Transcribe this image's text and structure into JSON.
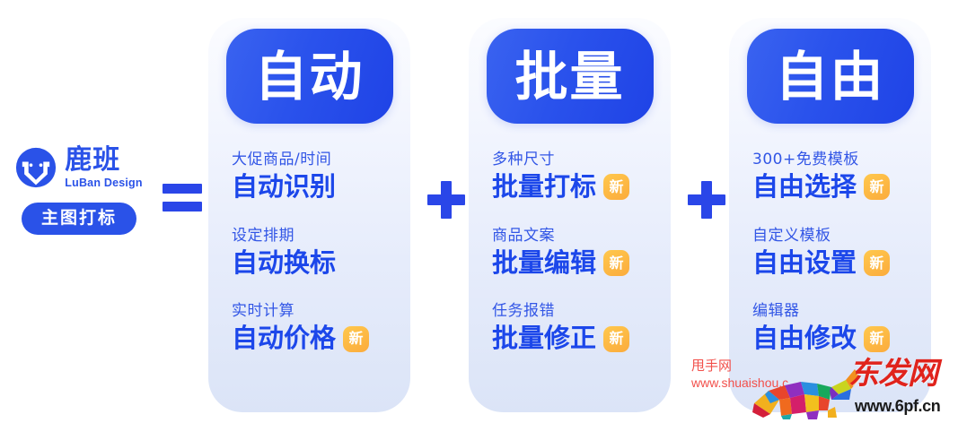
{
  "brand": {
    "logo_icon": "luban-circle-logo",
    "name_cn": "鹿班",
    "name_en": "LuBan Design",
    "pill_label": "主图打标"
  },
  "operators": {
    "equals": "=",
    "plus_1": "+",
    "plus_2": "+"
  },
  "columns": [
    {
      "badge": "自动",
      "features": [
        {
          "sub": "大促商品/时间",
          "main": "自动识别",
          "new": ""
        },
        {
          "sub": "设定排期",
          "main": "自动换标",
          "new": ""
        },
        {
          "sub": "实时计算",
          "main": "自动价格",
          "new": "新"
        }
      ]
    },
    {
      "badge": "批量",
      "features": [
        {
          "sub": "多种尺寸",
          "main": "批量打标",
          "new": "新"
        },
        {
          "sub": "商品文案",
          "main": "批量编辑",
          "new": "新"
        },
        {
          "sub": "任务报错",
          "main": "批量修正",
          "new": "新"
        }
      ]
    },
    {
      "badge": "自由",
      "features": [
        {
          "sub": "300+免费模板",
          "main": "自由选择",
          "new": "新"
        },
        {
          "sub": "自定义模板",
          "main": "自由设置",
          "new": "新"
        },
        {
          "sub": "编辑器",
          "main": "自由修改",
          "new": "新"
        }
      ]
    }
  ],
  "watermarks": {
    "left": {
      "name": "甩手网",
      "url": "www.shuaishou.c"
    },
    "right": {
      "name": "东发网",
      "url": "www.6pf.cn",
      "icon": "polygonal-bull-icon"
    }
  },
  "colors": {
    "brand_blue": "#2a52e8",
    "deep_blue": "#1c47ea",
    "badge_orange": "#fbab3c",
    "card_top": "#fbfcff",
    "card_bottom": "#dbe4f7",
    "watermark_red": "#f2504b",
    "watermark_crimson": "#e0231c"
  }
}
